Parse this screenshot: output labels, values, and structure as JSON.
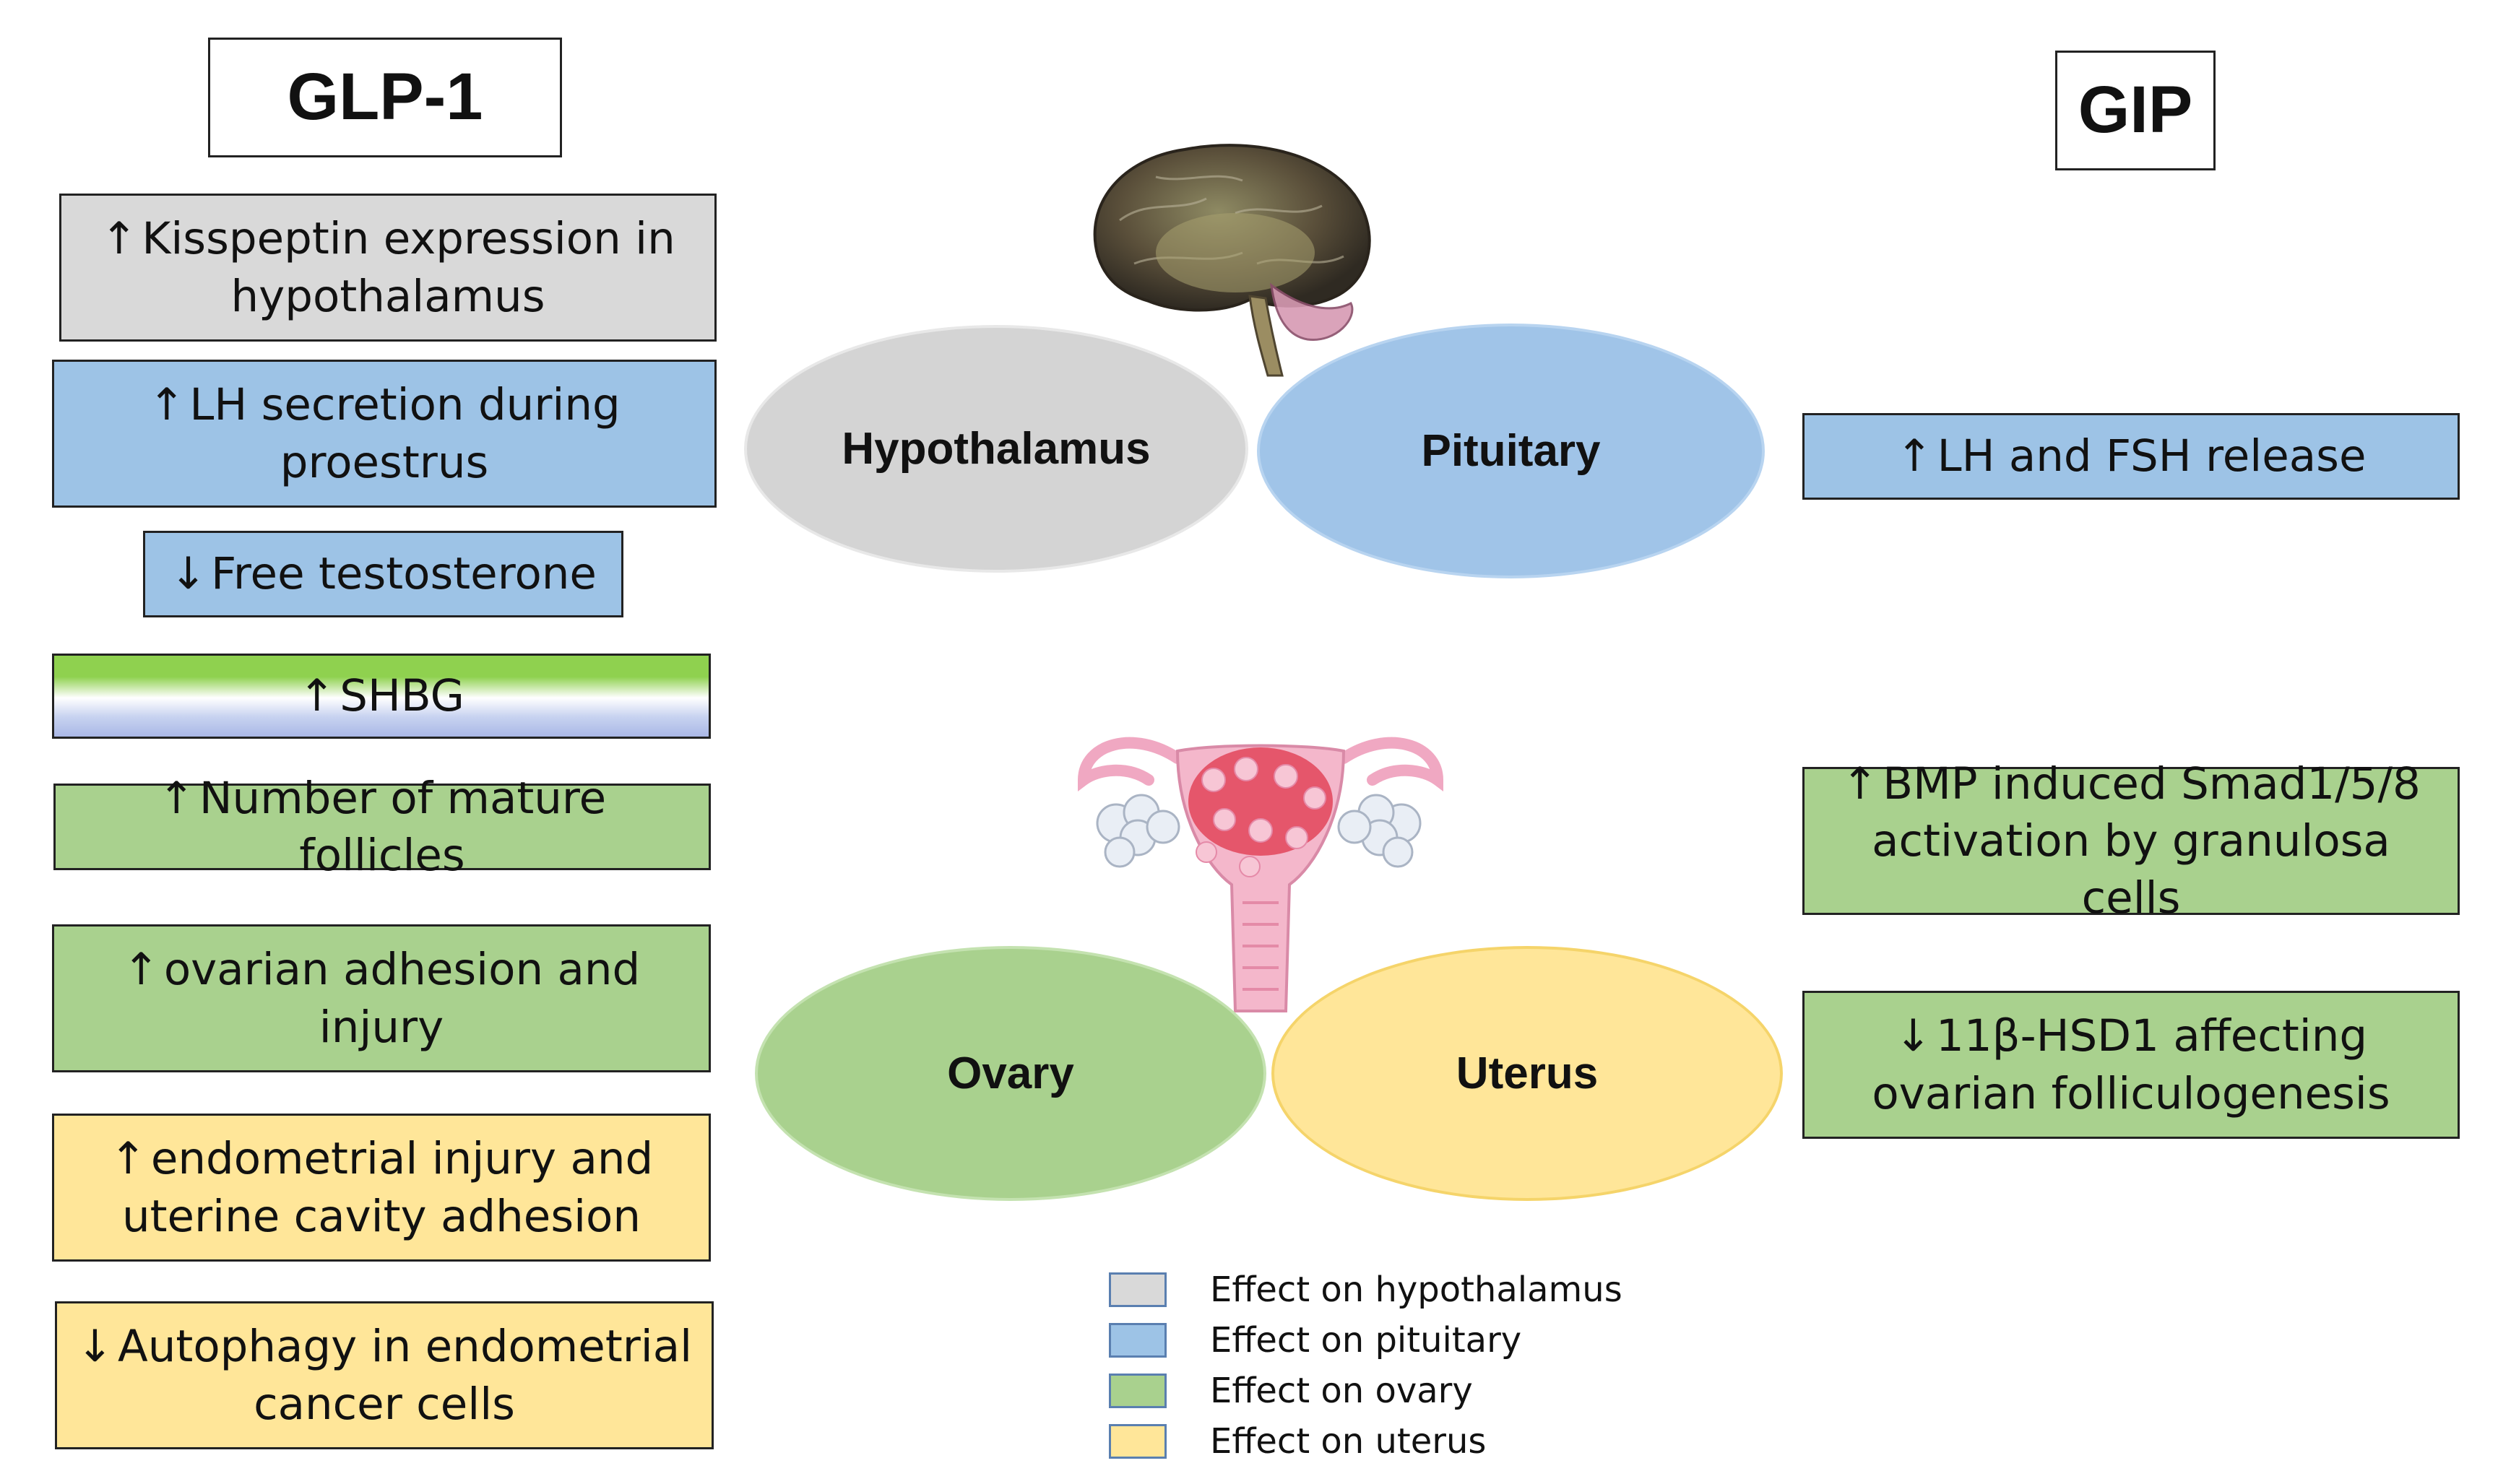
{
  "left_column": {
    "title": "GLP-1",
    "items": [
      {
        "arrow": "↑",
        "text": "Kisspeptin expression in hypothalamus",
        "category": "hypothalamus"
      },
      {
        "arrow": "↑",
        "text": "LH secretion during proestrus",
        "category": "pituitary"
      },
      {
        "arrow": "↓",
        "text": "Free testosterone",
        "category": "pituitary"
      },
      {
        "arrow": "↑",
        "text": "SHBG",
        "category": "mixed"
      },
      {
        "arrow": "↑",
        "text": "Number of mature follicles",
        "category": "ovary"
      },
      {
        "arrow": "↑",
        "text": "ovarian adhesion and injury",
        "category": "ovary"
      },
      {
        "arrow": "↑",
        "text": "endometrial injury and uterine cavity adhesion",
        "category": "uterus"
      },
      {
        "arrow": "↓",
        "text": "Autophagy in endometrial cancer cells",
        "category": "uterus"
      }
    ]
  },
  "right_column": {
    "title": "GIP",
    "items": [
      {
        "arrow": "↑",
        "text": "LH and FSH release",
        "category": "pituitary"
      },
      {
        "arrow": "↑",
        "text": "BMP induced Smad1/5/8 activation by granulosa cells",
        "category": "ovary"
      },
      {
        "arrow": "↓",
        "text": "11β-HSD1 affecting ovarian folliculogenesis",
        "category": "ovary"
      }
    ]
  },
  "organs": {
    "hypothalamus": "Hypothalamus",
    "pituitary": "Pituitary",
    "ovary": "Ovary",
    "uterus": "Uterus"
  },
  "illustrations": {
    "brain": "brain-illustration",
    "uterus": "uterus-illustration"
  },
  "legend": [
    {
      "label": "Effect on hypothalamus",
      "color": "#d9d9d9"
    },
    {
      "label": "Effect on pituitary",
      "color": "#9dc3e6"
    },
    {
      "label": "Effect on ovary",
      "color": "#a9d18e"
    },
    {
      "label": "Effect on uterus",
      "color": "#ffe699"
    }
  ]
}
